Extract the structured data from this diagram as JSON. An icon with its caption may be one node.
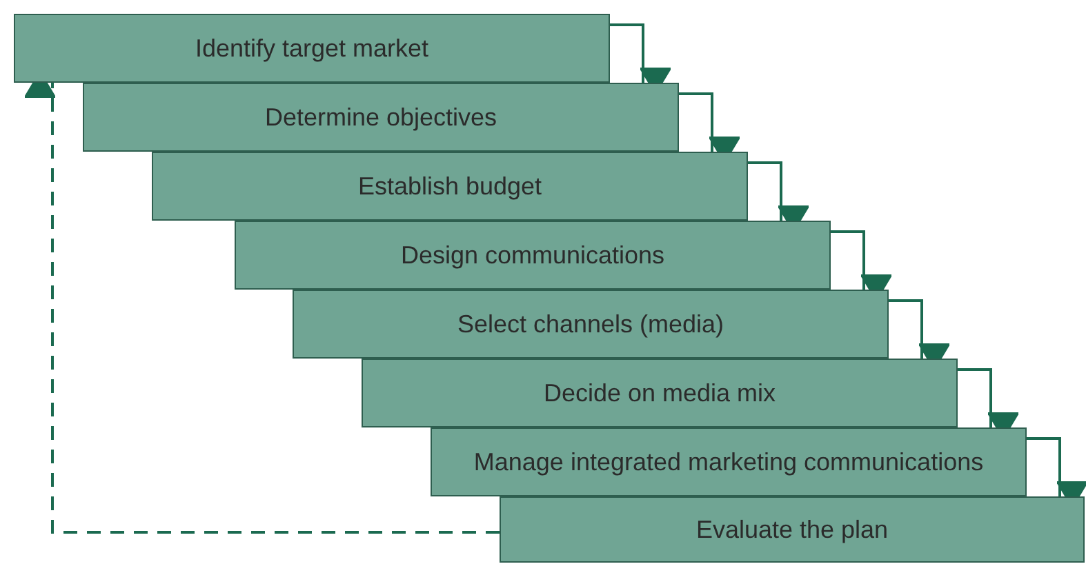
{
  "diagram": {
    "nodes": [
      {
        "text": [
          "Identify target market"
        ]
      },
      {
        "text": [
          "Determine objectives"
        ]
      },
      {
        "text": [
          "Establish budget"
        ]
      },
      {
        "text": [
          "Design communications"
        ]
      },
      {
        "text": [
          "Select channels (media)"
        ]
      },
      {
        "text": [
          "Decide on media mix"
        ]
      },
      {
        "text": [
          "Manage integrated marketing communications"
        ]
      },
      {
        "text": [
          "Evaluate the plan"
        ]
      }
    ],
    "edges": [
      {
        "from": 0,
        "to": 1,
        "arrow": "to"
      },
      {
        "from": 1,
        "to": 2,
        "arrow": "to"
      },
      {
        "from": 2,
        "to": 3,
        "arrow": "to"
      },
      {
        "from": 3,
        "to": 4,
        "arrow": "to"
      },
      {
        "from": 4,
        "to": 5,
        "arrow": "to"
      },
      {
        "from": 5,
        "to": 6,
        "arrow": "to"
      },
      {
        "from": 6,
        "to": 7,
        "arrow": "to"
      },
      {
        "from": 7,
        "to": 0,
        "arrow": "to",
        "style": "dashed"
      }
    ]
  }
}
